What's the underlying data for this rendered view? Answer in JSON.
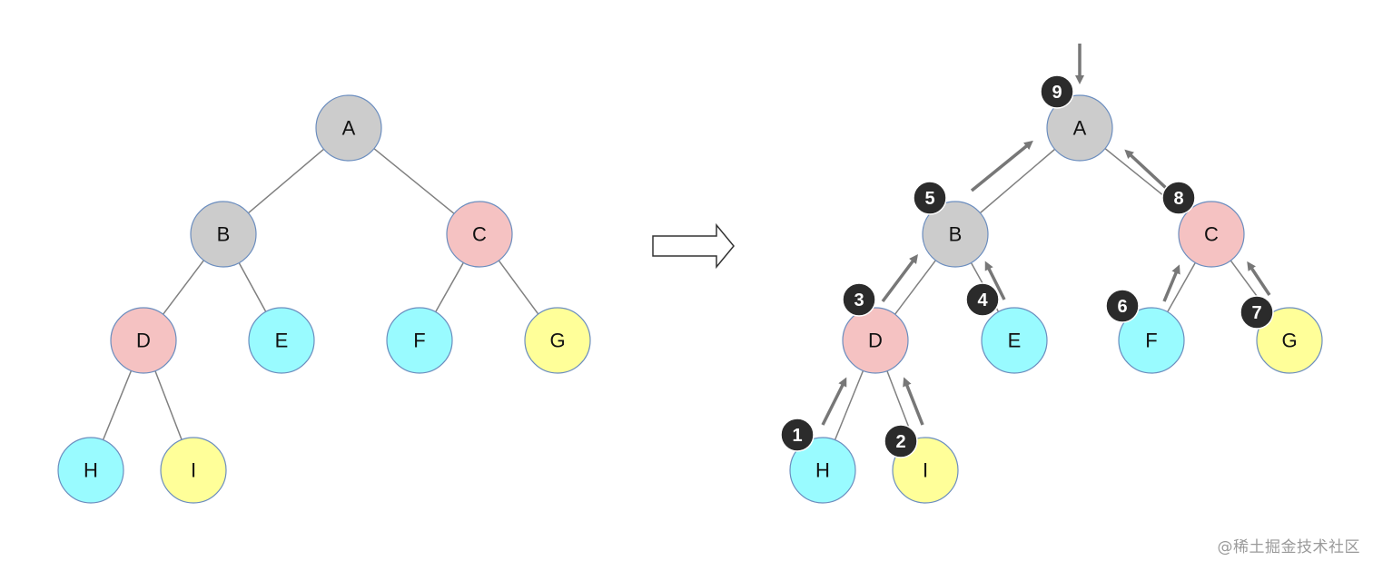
{
  "colors": {
    "gray": "#cccccc",
    "pink": "#f5c2c2",
    "cyan": "#99fbff",
    "yellow": "#ffff99",
    "node_stroke": "#6c8ebf",
    "edge": "#808080",
    "arrow": "#777777",
    "badge": "#2b2b2b"
  },
  "trees": [
    {
      "nodes": [
        {
          "label": "A",
          "fill": "gray"
        },
        {
          "label": "B",
          "fill": "gray"
        },
        {
          "label": "C",
          "fill": "pink"
        },
        {
          "label": "D",
          "fill": "pink"
        },
        {
          "label": "E",
          "fill": "cyan"
        },
        {
          "label": "F",
          "fill": "cyan"
        },
        {
          "label": "G",
          "fill": "yellow"
        },
        {
          "label": "H",
          "fill": "cyan"
        },
        {
          "label": "I",
          "fill": "yellow"
        }
      ]
    },
    {
      "nodes": [
        {
          "label": "A",
          "fill": "gray"
        },
        {
          "label": "B",
          "fill": "gray"
        },
        {
          "label": "C",
          "fill": "pink"
        },
        {
          "label": "D",
          "fill": "pink"
        },
        {
          "label": "E",
          "fill": "cyan"
        },
        {
          "label": "F",
          "fill": "cyan"
        },
        {
          "label": "G",
          "fill": "yellow"
        },
        {
          "label": "H",
          "fill": "cyan"
        },
        {
          "label": "I",
          "fill": "yellow"
        }
      ],
      "badges": [
        "1",
        "2",
        "3",
        "4",
        "5",
        "6",
        "7",
        "8",
        "9"
      ]
    }
  ],
  "edges": [
    [
      "A",
      "B"
    ],
    [
      "A",
      "C"
    ],
    [
      "B",
      "D"
    ],
    [
      "B",
      "E"
    ],
    [
      "C",
      "F"
    ],
    [
      "C",
      "G"
    ],
    [
      "D",
      "H"
    ],
    [
      "D",
      "I"
    ]
  ],
  "watermark": "@稀土掘金技术社区"
}
